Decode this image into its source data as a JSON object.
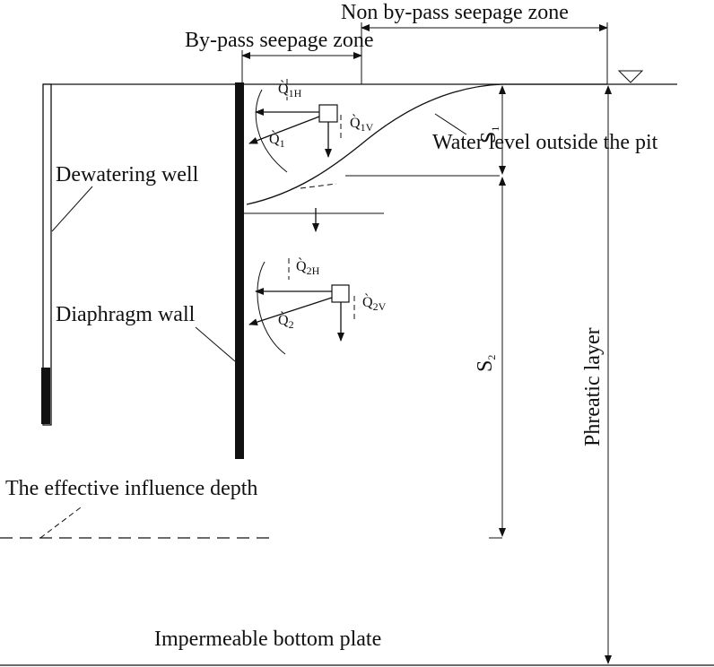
{
  "labels": {
    "non_bypass_zone": "Non by-pass seepage zone",
    "bypass_zone": "By-pass seepage zone",
    "water_level_outside": "Water level outside the pit",
    "dewatering_well": "Dewatering well",
    "diaphragm_wall": "Diaphragm wall",
    "effective_depth": "The effective influence depth",
    "phreatic_layer": "Phreatic layer",
    "impermeable_plate": "Impermeable bottom plate"
  },
  "dims": {
    "s1": {
      "main": "S",
      "sub": "1"
    },
    "s2": {
      "main": "S",
      "sub": "2"
    }
  },
  "flow_symbols": {
    "q1h": {
      "main": "Q̀",
      "sub": "1H"
    },
    "q1v": {
      "main": "Q̀",
      "sub": "1V"
    },
    "q1": {
      "main": "Q̀",
      "sub": "1"
    },
    "q2h": {
      "main": "Q̀",
      "sub": "2H"
    },
    "q2v": {
      "main": "Q̀",
      "sub": "2V"
    },
    "q2": {
      "main": "Q̀",
      "sub": "2"
    }
  }
}
